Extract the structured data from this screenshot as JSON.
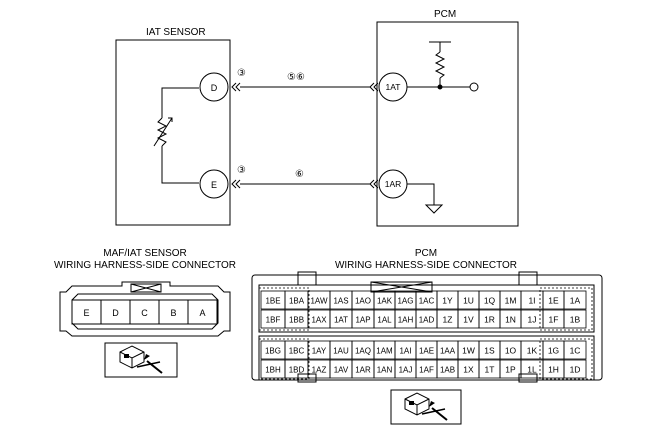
{
  "schematic": {
    "iat_title": "IAT SENSOR",
    "pcm_title": "PCM",
    "pin_d": "D",
    "pin_e": "E",
    "pin_1at": "1AT",
    "pin_1ar": "1AR",
    "circ_d": "③",
    "circ_pcm_top": "⑤⑥",
    "circ_e": "③",
    "circ_pcm_bottom": "⑥"
  },
  "maf_connector": {
    "title_line1": "MAF/IAT SENSOR",
    "title_line2": "WIRING HARNESS-SIDE CONNECTOR",
    "pins": [
      "E",
      "D",
      "C",
      "B",
      "A"
    ]
  },
  "pcm_connector": {
    "title_line1": "PCM",
    "title_line2": "WIRING HARNESS-SIDE CONNECTOR",
    "rows": [
      [
        "1BE",
        "1BA",
        "1AW",
        "1AS",
        "1AO",
        "1AK",
        "1AG",
        "1AC",
        "1Y",
        "1U",
        "1Q",
        "1M",
        "1I",
        "1E",
        "1A"
      ],
      [
        "1BF",
        "1BB",
        "1AX",
        "1AT",
        "1AP",
        "1AL",
        "1AH",
        "1AD",
        "1Z",
        "1V",
        "1R",
        "1N",
        "1J",
        "1F",
        "1B"
      ],
      [
        "1BG",
        "1BC",
        "1AY",
        "1AU",
        "1AQ",
        "1AM",
        "1AI",
        "1AE",
        "1AA",
        "1W",
        "1S",
        "1O",
        "1K",
        "1G",
        "1C"
      ],
      [
        "1BH",
        "1BD",
        "1AZ",
        "1AV",
        "1AR",
        "1AN",
        "1AJ",
        "1AF",
        "1AB",
        "1X",
        "1T",
        "1P",
        "1L",
        "1H",
        "1D"
      ]
    ]
  }
}
